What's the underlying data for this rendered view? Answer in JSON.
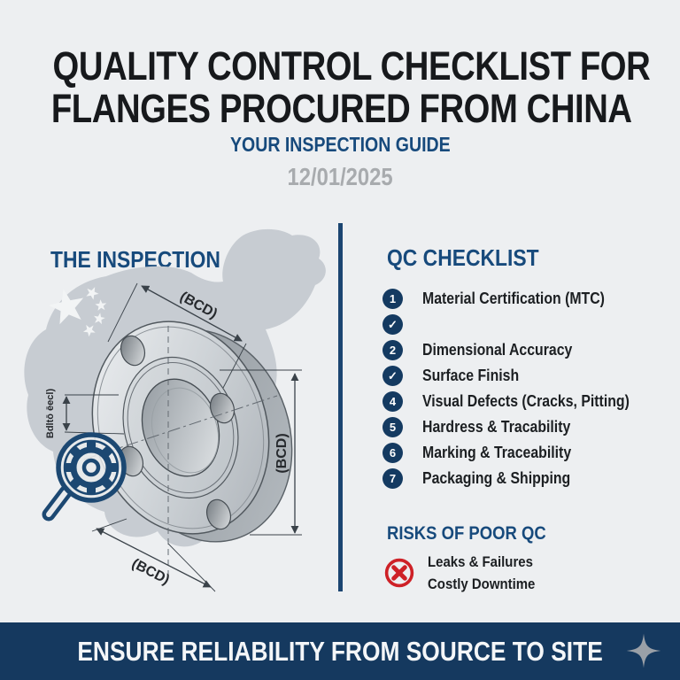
{
  "header": {
    "title_line1": "QUALITY CONTROL CHECKLIST FOR",
    "title_line2": "FLANGES PROCURED FROM CHINA",
    "subtitle": "YOUR INSPECTION GUIDE",
    "date": "12/01/2025"
  },
  "inspection": {
    "heading": "THE INSPECTION",
    "dim_top": "(BCD)",
    "dim_right": "(BCD)",
    "dim_bottom": "(BCD)",
    "dim_left": "Bdltō ēecl)"
  },
  "checklist": {
    "heading": "QC CHECKLIST",
    "items": [
      {
        "marker": "1",
        "label": "Material Certification (MTC)"
      },
      {
        "marker": "✓",
        "label": ""
      },
      {
        "marker": "2",
        "label": "Dimensional Accuracy"
      },
      {
        "marker": "✓",
        "label": "Surface Finish"
      },
      {
        "marker": "4",
        "label": "Visual Defects (Cracks, Pitting)"
      },
      {
        "marker": "5",
        "label": "Hardress & Tracability"
      },
      {
        "marker": "6",
        "label": "Marking & Traceability"
      },
      {
        "marker": "7",
        "label": "Packaging & Shipping"
      }
    ]
  },
  "risks": {
    "heading": "RISKS OF POOR QC",
    "line1": "Leaks & Failures",
    "line2": "Costly Downtime"
  },
  "footer": {
    "banner": "ENSURE RELIABILITY FROM SOURCE TO SITE"
  },
  "colors": {
    "navy": "#174a7c",
    "marker_navy": "#143a61",
    "divider_navy": "#1b4571",
    "banner_navy": "#15395f",
    "red": "#ce2127",
    "date_gray": "#a8abae",
    "map_gray": "#c7ccd2",
    "star_gray": "#9aa0a7",
    "text_black": "#1c1f22"
  }
}
